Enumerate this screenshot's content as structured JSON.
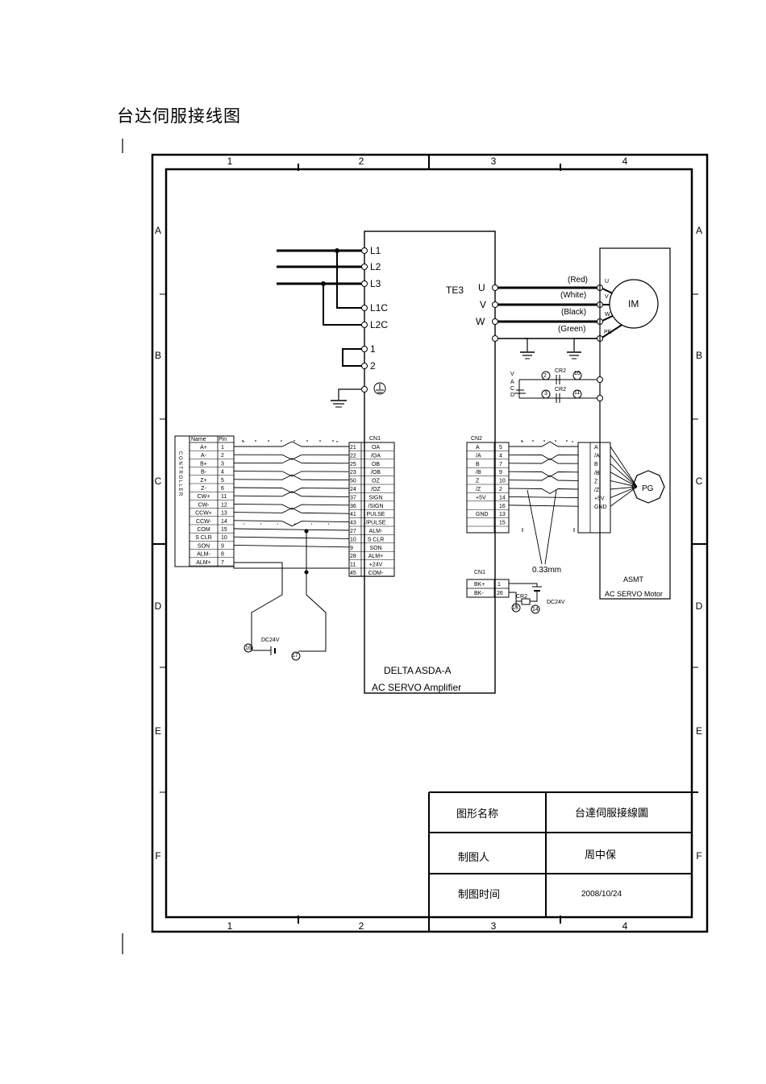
{
  "document_title": "台达伺服接线图",
  "frame": {
    "col_labels": [
      "1",
      "2",
      "3",
      "4"
    ],
    "row_labels": [
      "A",
      "B",
      "C",
      "D",
      "E",
      "F"
    ]
  },
  "title_block": {
    "rows": [
      {
        "label": "图形名称",
        "value": "台達伺服接線圖"
      },
      {
        "label": "制图人",
        "value": "周中保"
      },
      {
        "label": "制图时间",
        "value": "2008/10/24"
      }
    ]
  },
  "amplifier": {
    "power_terminals": [
      "L1",
      "L2",
      "L3",
      "L1C",
      "L2C",
      "1",
      "2"
    ],
    "te3": "TE3",
    "output_terminals": [
      "U",
      "V",
      "W"
    ],
    "wire_colors": [
      "(Red)",
      "(White)",
      "(Black)",
      "(Green)"
    ],
    "name_line1": "DELTA ASDA-A",
    "name_line2": "AC SERVO Amplifier"
  },
  "motor": {
    "terminals": [
      "U",
      "V",
      "W",
      "PE"
    ],
    "im": "IM",
    "pg": "PG",
    "brand": "ASMT",
    "name": "AC SERVO Motor"
  },
  "brake": {
    "vdc_letters": [
      "V",
      "A",
      "C",
      "D"
    ],
    "cr2": "CR2",
    "contacts": [
      "2",
      "10",
      "3",
      "11"
    ]
  },
  "controller": {
    "side_label": "C O N T R O L L E R",
    "header": [
      "Name",
      "Pin"
    ],
    "rows": [
      [
        "A+",
        "1"
      ],
      [
        "A-",
        "2"
      ],
      [
        "B+",
        "3"
      ],
      [
        "B-",
        "4"
      ],
      [
        "Z+",
        "5"
      ],
      [
        "Z-",
        "6"
      ],
      [
        "CW+",
        "11"
      ],
      [
        "CW-",
        "12"
      ],
      [
        "CCW+",
        "13"
      ],
      [
        "CCW-",
        "14"
      ],
      [
        "COM",
        "15"
      ],
      [
        "S CLR",
        "10"
      ],
      [
        "SON",
        "9"
      ],
      [
        "ALM-",
        "8"
      ],
      [
        "ALM+",
        "7"
      ]
    ]
  },
  "cn1": {
    "label": "CN1",
    "rows": [
      [
        "21",
        "OA"
      ],
      [
        "22",
        "/OA"
      ],
      [
        "25",
        "OB"
      ],
      [
        "23",
        "/OB"
      ],
      [
        "50",
        "OZ"
      ],
      [
        "24",
        "/OZ"
      ],
      [
        "37",
        "SIGN"
      ],
      [
        "36",
        "/SIGN"
      ],
      [
        "41",
        "PULSE"
      ],
      [
        "43",
        "/PULSE"
      ],
      [
        "27",
        "ALM-"
      ],
      [
        "10",
        "S CLR"
      ],
      [
        "9",
        "SON"
      ],
      [
        "28",
        "ALM+"
      ],
      [
        "11",
        "+24V"
      ],
      [
        "45",
        "COM-"
      ]
    ]
  },
  "cn2": {
    "label": "CN2",
    "rows": [
      [
        "A",
        "5"
      ],
      [
        "/A",
        "4"
      ],
      [
        "B",
        "7"
      ],
      [
        "/B",
        "9"
      ],
      [
        "Z",
        "10"
      ],
      [
        "/Z",
        "2"
      ],
      [
        "+5V",
        "14"
      ],
      [
        "",
        "16"
      ],
      [
        "GND",
        "13"
      ],
      [
        "",
        "15"
      ]
    ],
    "motor_side": [
      "A",
      "/A",
      "B",
      "/B",
      "Z",
      "/Z",
      "+5V",
      "GND"
    ],
    "cable_note": "0.33mm"
  },
  "brake_cn1": {
    "label": "CN1",
    "rows": [
      [
        "BK+",
        "1"
      ],
      [
        "BK-",
        "26"
      ]
    ],
    "cr2": "CR2",
    "numbers": [
      "13",
      "14"
    ],
    "supply": "DC24V"
  },
  "supply_left": {
    "label": "DC24V",
    "numbers": [
      "16",
      "17"
    ]
  }
}
